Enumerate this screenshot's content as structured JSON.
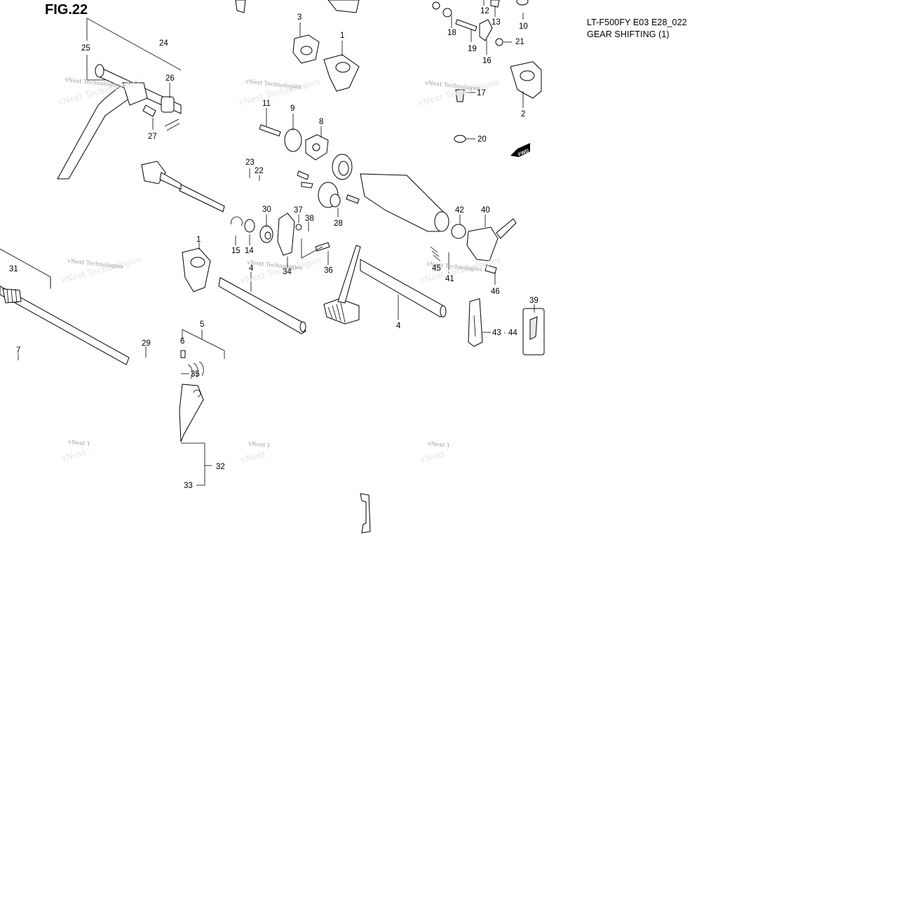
{
  "figure": {
    "title": "FIG.22",
    "model_code": "LT-F500FY E03 E28_022",
    "section_name": "GEAR SHIFTING (1)"
  },
  "watermark": {
    "text": "vNext Technologies"
  },
  "fwd_arrow": {
    "text": "FWD"
  },
  "part_numbers": [
    "1",
    "1",
    "2",
    "3",
    "4",
    "4",
    "5",
    "6",
    "7",
    "8",
    "9",
    "10",
    "11",
    "12",
    "13",
    "14",
    "15",
    "16",
    "17",
    "18",
    "19",
    "20",
    "21",
    "22",
    "23",
    "24",
    "25",
    "26",
    "27",
    "28",
    "29",
    "30",
    "31",
    "32",
    "33",
    "34",
    "35",
    "36",
    "37",
    "38",
    "39",
    "40",
    "41",
    "42",
    "43 · 44",
    "45",
    "46"
  ]
}
